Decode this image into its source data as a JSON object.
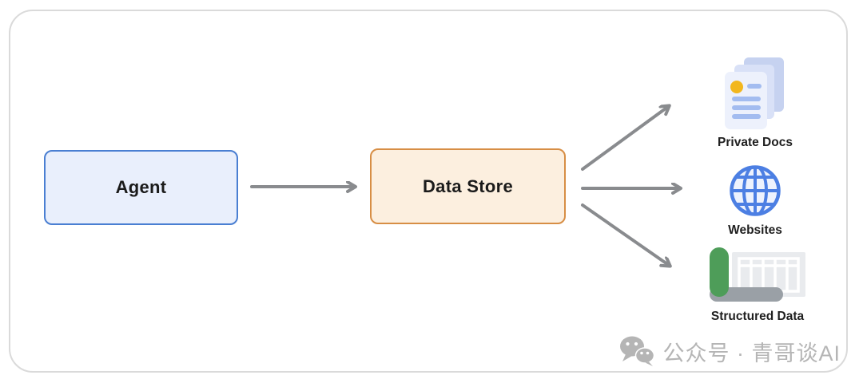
{
  "diagram": {
    "nodes": [
      {
        "id": "agent",
        "label": "Agent"
      },
      {
        "id": "data-store",
        "label": "Data Store"
      }
    ],
    "targets": [
      {
        "id": "private-docs",
        "label": "Private Docs",
        "icon": "documents-stack-icon"
      },
      {
        "id": "websites",
        "label": "Websites",
        "icon": "globe-icon"
      },
      {
        "id": "structured-data",
        "label": "Structured Data",
        "icon": "spreadsheet-roll-icon"
      }
    ],
    "edges": [
      {
        "from": "agent",
        "to": "data-store"
      },
      {
        "from": "data-store",
        "to": "private-docs"
      },
      {
        "from": "data-store",
        "to": "websites"
      },
      {
        "from": "data-store",
        "to": "structured-data"
      }
    ]
  },
  "watermark": {
    "icon": "wechat-icon",
    "text": "公众号 · 青哥谈AI"
  },
  "colors": {
    "agent_fill": "#e9effc",
    "agent_border": "#4a7fd2",
    "datastore_fill": "#fcefdf",
    "datastore_border": "#d78e45",
    "arrow_gray": "#898b8e",
    "doc_front": "#edf1fc",
    "doc_mid": "#d9e1f7",
    "doc_back": "#c6d2f0",
    "doc_line_blue": "#a3bcf0",
    "doc_dot_yellow": "#f2b71e",
    "globe_blue": "#4c7fe3",
    "globe_fill": "#edf2fd",
    "sheet_green": "#4e9d59",
    "sheet_gray": "#e9ebee",
    "curl_gray": "#9aa0a6",
    "label_color": "#1f1f1f",
    "watermark_gray": "#b5b5b5",
    "frame_border": "#dadada"
  }
}
